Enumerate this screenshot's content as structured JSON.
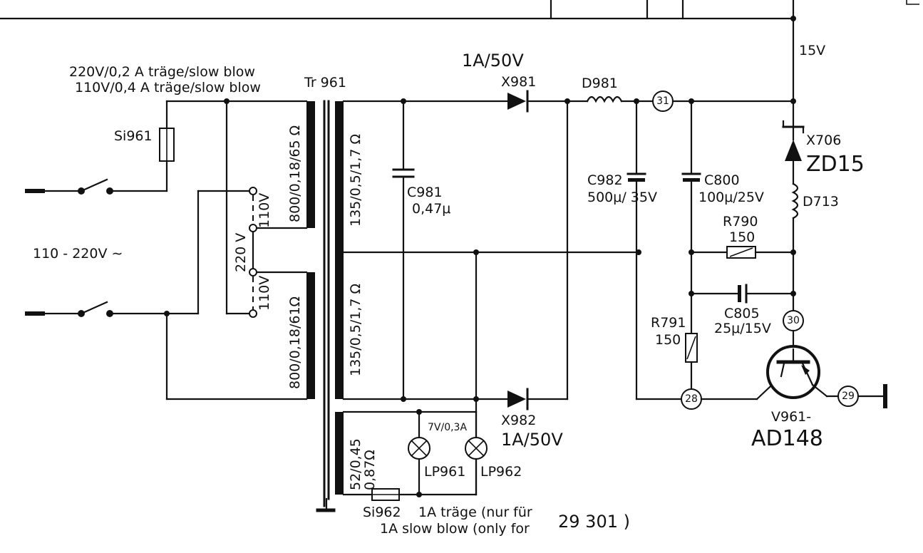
{
  "fuses": {
    "si961": {
      "ref": "Si961",
      "rating_line1": "220V/0,2 A träge/slow blow",
      "rating_line2": "110V/0,4 A träge/slow blow"
    },
    "si962": {
      "ref": "Si962",
      "rating_line1": "1A träge (nur für",
      "rating_line2": "1A slow blow (only for",
      "model": "29 301 )"
    }
  },
  "mains": {
    "input_label": "110 - 220V ∼"
  },
  "voltage_selector": {
    "label_220": "220 V",
    "tap_110_top": "110V",
    "tap_110_bottom": "110V"
  },
  "transformer": {
    "ref": "Tr 961",
    "primary_top": "800/0,18/65 Ω",
    "primary_bottom": "800/0,18/61Ω",
    "secondary_top": "135/0,5/1,7 Ω",
    "secondary_bottom": "135/0,5/1,7 Ω",
    "aux_winding_line1": "52/0,45",
    "aux_winding_line2": "0,87Ω"
  },
  "diodes": {
    "x981": {
      "ref": "X981",
      "rating": "1A/50V"
    },
    "x982": {
      "ref": "X982",
      "rating": "1A/50V"
    }
  },
  "inductors": {
    "d981": {
      "ref": "D981"
    },
    "d713": {
      "ref": "D713"
    }
  },
  "capacitors": {
    "c981": {
      "ref": "C981",
      "value": "0,47μ"
    },
    "c982": {
      "ref": "C982",
      "value": "500μ/ 35V"
    },
    "c800": {
      "ref": "C800",
      "value": "100μ/25V"
    },
    "c805": {
      "ref": "C805",
      "value": "25μ/15V"
    }
  },
  "resistors": {
    "r790": {
      "ref": "R790",
      "value": "150"
    },
    "r791": {
      "ref": "R791",
      "value": "150"
    }
  },
  "zener": {
    "ref": "X706",
    "type": "ZD15"
  },
  "transistor": {
    "ref": "V961-",
    "type": "AD148"
  },
  "lamps": {
    "rating": "7V/0,3A",
    "lp961": "LP961",
    "lp962": "LP962"
  },
  "rail": {
    "voltage": "15V"
  },
  "nodes": {
    "n31": "31",
    "n30": "30",
    "n28": "28",
    "n29": "29"
  }
}
